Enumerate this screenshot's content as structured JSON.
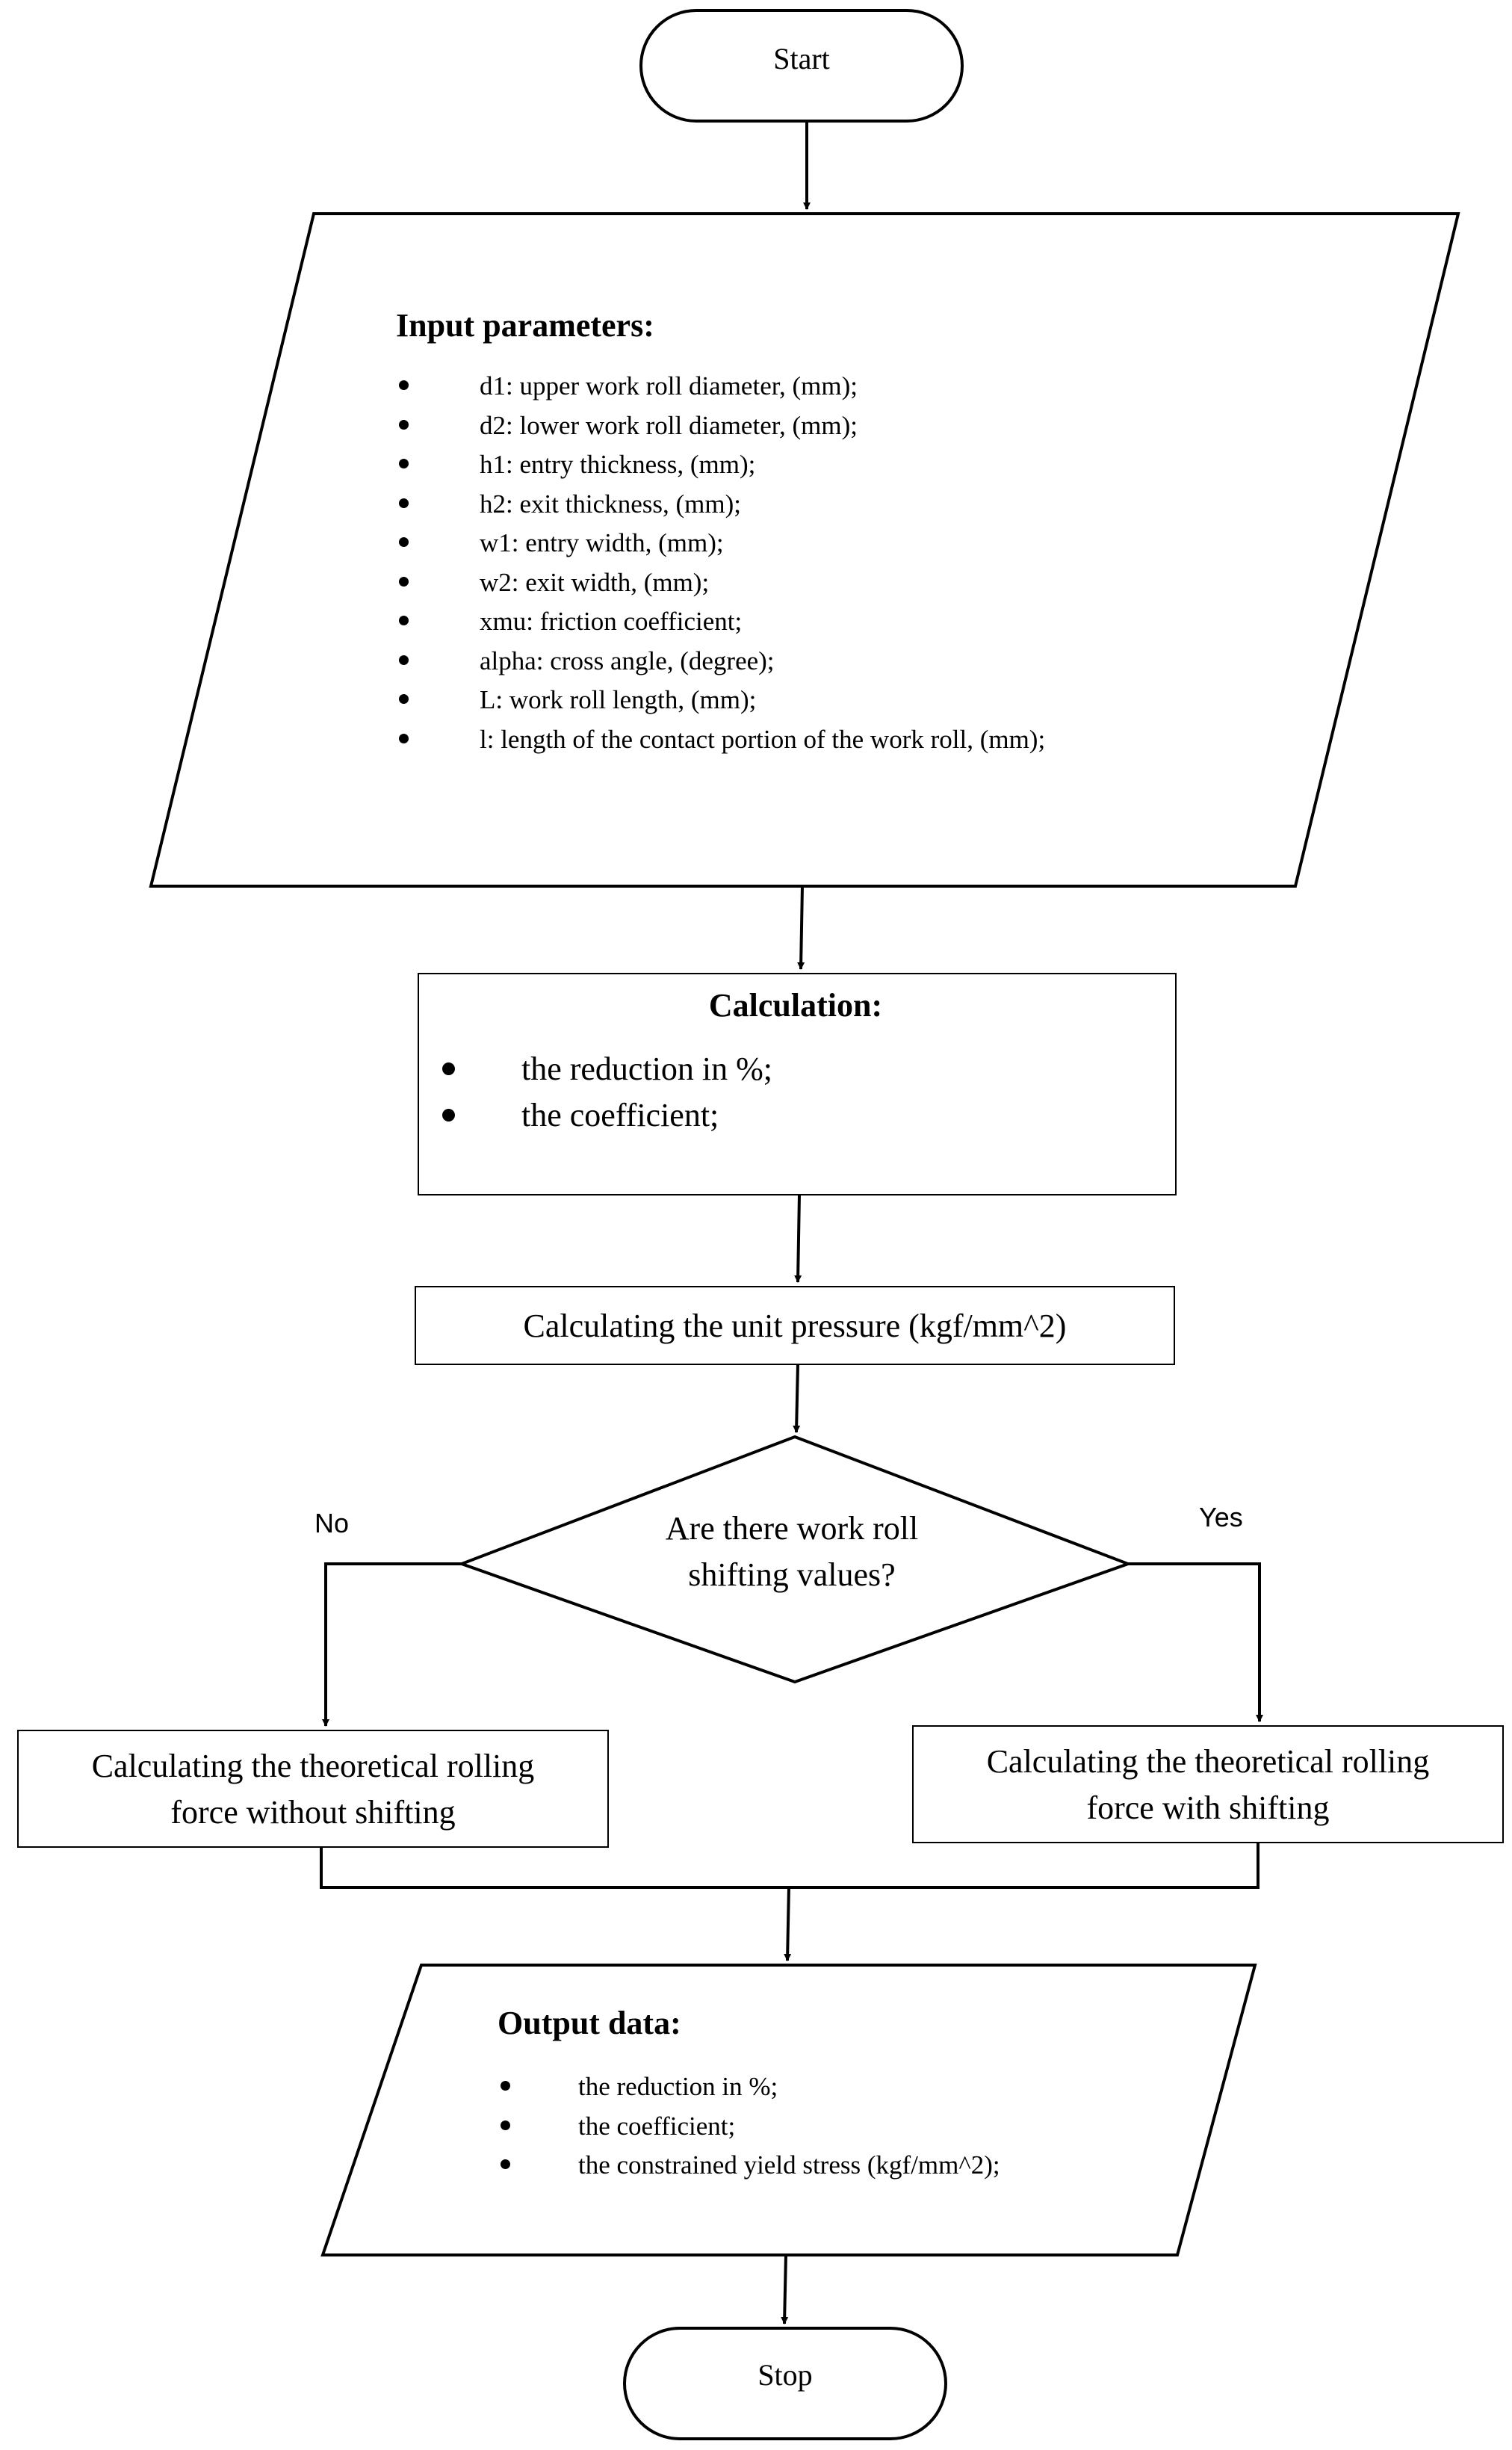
{
  "flowchart": {
    "start": "Start",
    "input": {
      "heading": "Input parameters:",
      "items": [
        "d1: upper work roll diameter, (mm);",
        "d2: lower work roll diameter, (mm);",
        "h1: entry thickness, (mm);",
        "h2: exit thickness, (mm);",
        "w1: entry width, (mm);",
        "w2: exit width, (mm);",
        "xmu: friction coefficient;",
        "alpha: cross angle, (degree);",
        "L: work roll length, (mm);",
        "l: length of the contact portion of the work roll, (mm);"
      ]
    },
    "calculation": {
      "heading": "Calculation:",
      "items": [
        "the reduction in %;",
        "the coefficient;"
      ]
    },
    "unit_pressure": "Calculating the unit pressure (kgf/mm^2)",
    "decision": {
      "line1": "Are there work roll",
      "line2": "shifting values?",
      "no_label": "No",
      "yes_label": "Yes"
    },
    "no_branch": {
      "line1": "Calculating the theoretical rolling",
      "line2": "force without shifting"
    },
    "yes_branch": {
      "line1": "Calculating the theoretical rolling",
      "line2": "force with shifting"
    },
    "output": {
      "heading": "Output data:",
      "items": [
        "the reduction in %;",
        "the coefficient;",
        "the constrained yield stress (kgf/mm^2);"
      ]
    },
    "stop": "Stop"
  }
}
